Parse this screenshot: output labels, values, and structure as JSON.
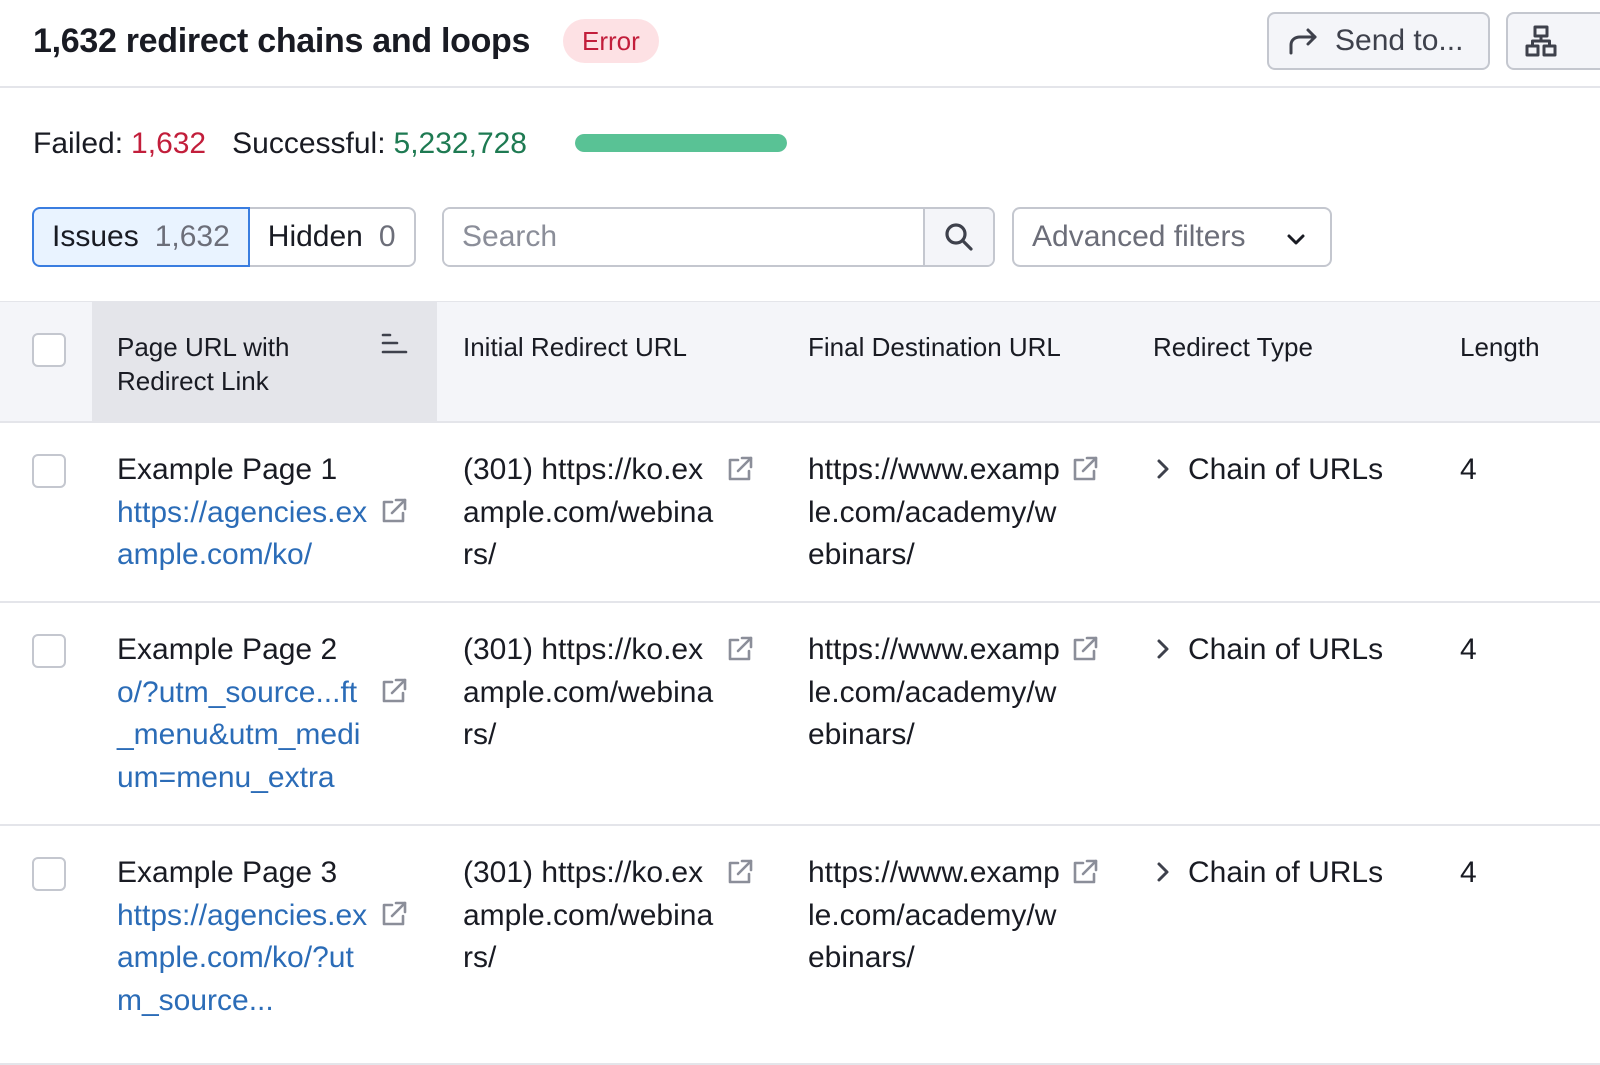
{
  "header": {
    "title": "1,632 redirect chains and loops",
    "badge": "Error",
    "send_label": "Send to..."
  },
  "stats": {
    "failed_label": "Failed:",
    "failed_value": "1,632",
    "successful_label": "Successful:",
    "successful_value": "5,232,728",
    "success_fraction": 0.9997
  },
  "filters": {
    "issues_label": "Issues",
    "issues_count": "1,632",
    "hidden_label": "Hidden",
    "hidden_count": "0",
    "search_placeholder": "Search",
    "advanced_label": "Advanced filters"
  },
  "table": {
    "columns": [
      "Page URL with Redirect Link",
      "Initial Redirect URL",
      "Final Destination URL",
      "Redirect Type",
      "Length"
    ],
    "rows": [
      {
        "page_name": "Example Page 1",
        "page_url": "https://agencies.example.com/ko/",
        "initial": "(301) https://ko.example.com/webinars/",
        "final": "https://www.example.com/academy/webinars/",
        "type": "Chain of URLs",
        "length": "4"
      },
      {
        "page_name": "Example Page 2",
        "page_url": "o/?utm_source...ft_menu&utm_medium=menu_extra",
        "initial": "(301) https://ko.example.com/webinars/",
        "final": "https://www.example.com/academy/webinars/",
        "type": "Chain of URLs",
        "length": "4"
      },
      {
        "page_name": "Example Page 3",
        "page_url": "https://agencies.example.com/ko/?utm_source...",
        "initial": "(301) https://ko.example.com/webinars/",
        "final": "https://www.example.com/academy/webinars/",
        "type": "Chain of URLs",
        "length": "4"
      }
    ]
  },
  "colors": {
    "error_red": "#c21e3b",
    "success_green": "#1e7a52",
    "progress_green": "#59c295",
    "link_blue": "#2b6cb7",
    "active_blue": "#3a7de0"
  },
  "icons": [
    "share-arrow-icon",
    "site-structure-icon",
    "search-icon",
    "chevron-down-icon",
    "sort-lines-icon",
    "external-link-icon",
    "chevron-right-icon"
  ]
}
